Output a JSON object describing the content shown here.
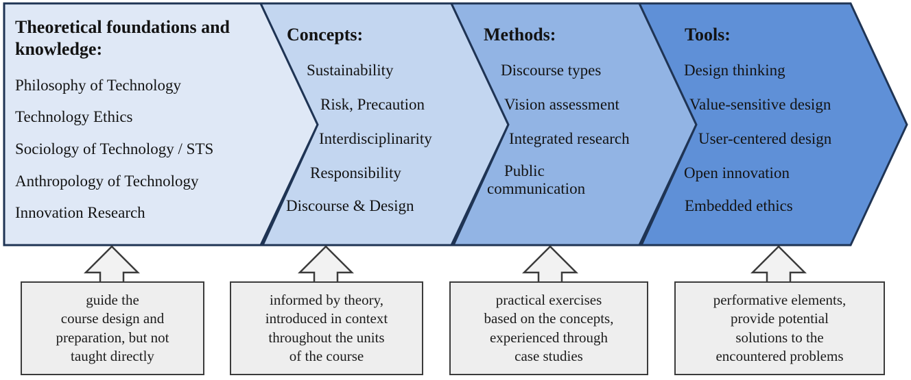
{
  "diagram": {
    "border_color": "#1f3454",
    "sections": [
      {
        "title": "Theoretical foundations and knowledge:",
        "fill": "#dfe8f6",
        "items": [
          "Philosophy of Technology",
          "Technology Ethics",
          "Sociology of Technology / STS",
          "Anthropology of Technology",
          "Innovation Research"
        ]
      },
      {
        "title": "Concepts:",
        "fill": "#c3d6f0",
        "items": [
          "Sustainability",
          "Risk, Precaution",
          "Interdisciplinarity",
          "Responsibility",
          "Discourse & Design"
        ]
      },
      {
        "title": "Methods:",
        "fill": "#92b4e4",
        "items": [
          "Discourse types",
          "Vision assessment",
          "Integrated research",
          "Public communication"
        ]
      },
      {
        "title": "Tools:",
        "fill": "#5f90d7",
        "items": [
          "Design thinking",
          "Value-sensitive design",
          "User-centered design",
          "Open innovation",
          "Embedded ethics"
        ]
      }
    ],
    "annotations": [
      {
        "lines": [
          "guide the",
          "course design and",
          "preparation, but not",
          "taught directly"
        ]
      },
      {
        "lines": [
          "informed by theory,",
          "introduced in context",
          "throughout the units",
          "of the course"
        ]
      },
      {
        "lines": [
          "practical exercises",
          "based on the concepts,",
          "experienced through",
          "case studies"
        ]
      },
      {
        "lines": [
          "performative elements,",
          "provide potential",
          "solutions to the",
          "encountered problems"
        ]
      }
    ],
    "colors": {
      "box_fill": "#eeeeee",
      "box_border": "#3b3b3b",
      "arrow_fill": "#f2f2f2",
      "text_color": "#131313"
    }
  }
}
